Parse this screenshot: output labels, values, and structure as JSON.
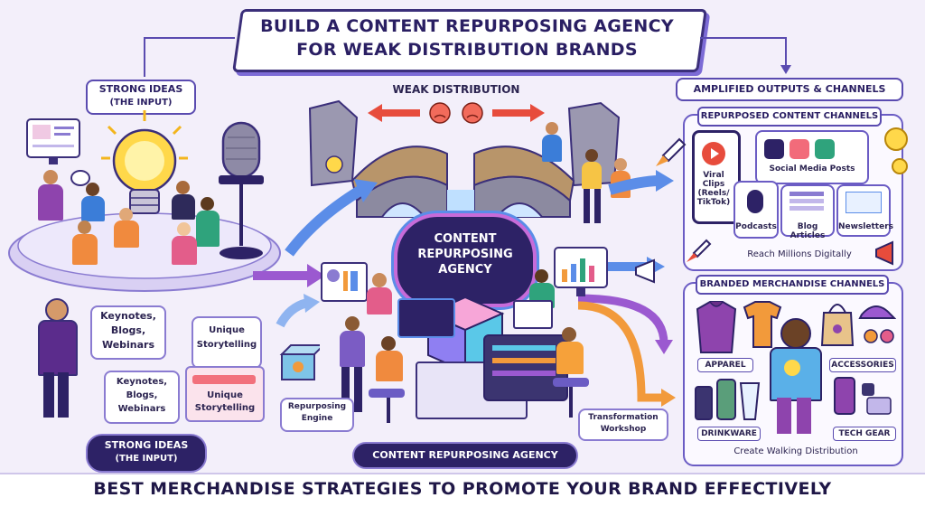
{
  "title": {
    "line1": "BUILD A CONTENT REPURPOSING AGENCY",
    "line2": "FOR WEAK DISTRIBUTION BRANDS"
  },
  "left": {
    "top_label_line1": "STRONG IDEAS",
    "top_label_line2": "(THE INPUT)",
    "bottom_label_line1": "STRONG IDEAS",
    "bottom_label_line2": "(THE INPUT)",
    "card1": [
      "Keynotes,",
      "Blogs,",
      "Webinars"
    ],
    "card2": [
      "Unique",
      "Storytelling"
    ],
    "card3": [
      "Keynotes,",
      "Blogs,",
      "Webinars"
    ],
    "card4": [
      "Unique",
      "Storytelling"
    ]
  },
  "center": {
    "weak_distribution": "WEAK DISTRIBUTION",
    "agency_sign": [
      "CONTENT",
      "REPURPOSING",
      "AGENCY"
    ],
    "engine_label": [
      "Repurposing",
      "Engine"
    ],
    "workshop_label": [
      "Transformation",
      "Workshop"
    ],
    "bottom_label": "CONTENT REPURPOSING AGENCY"
  },
  "right": {
    "header": "AMPLIFIED OUTPUTS & CHANNELS",
    "content_channels_title": "REPURPOSED CONTENT CHANNELS",
    "viral_clips": [
      "Viral",
      "Clips",
      "(Reels/",
      "TikTok)"
    ],
    "social_media": "Social Media Posts",
    "podcasts": "Podcasts",
    "blog_articles": "Blog Articles",
    "newsletters": "Newsletters",
    "reach": "Reach Millions Digitally",
    "merch_title": "BRANDED MERCHANDISE CHANNELS",
    "apparel": "APPAREL",
    "accessories": "ACCESSORIES",
    "drinkware": "DRINKWARE",
    "tech_gear": "TECH GEAR",
    "walking": "Create Walking Distribution"
  },
  "footer": "BEST MERCHANDISE STRATEGIES TO PROMOTE YOUR BRAND EFFECTIVELY",
  "colors": {
    "accent": "#5a4bb0",
    "dark": "#2d2266",
    "bulb": "#ffd84a",
    "arrow_blue": "#5b8de8",
    "arrow_orange": "#f29a3b",
    "arrow_purple": "#9b59d0"
  }
}
